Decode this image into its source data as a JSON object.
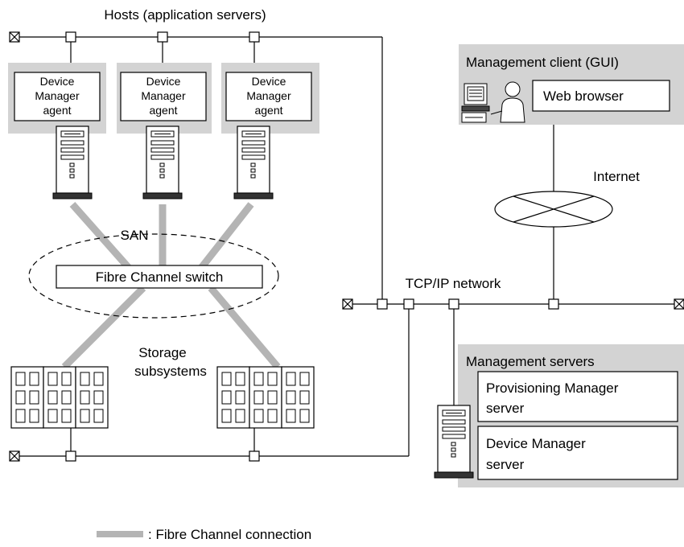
{
  "labels": {
    "hosts_title": "Hosts (application servers)",
    "agent_line1": "Device",
    "agent_line2": "Manager",
    "agent_line3": "agent",
    "san": "SAN",
    "fc_switch": "Fibre Channel switch",
    "storage_line1": "Storage",
    "storage_line2": "subsystems",
    "tcpip_network": "TCP/IP network",
    "internet": "Internet",
    "mgmt_client_title": "Management client (GUI)",
    "web_browser": "Web browser",
    "mgmt_servers_title": "Management servers",
    "prov_line1": "Provisioning Manager",
    "prov_line2": "server",
    "dm_line1": "Device Manager",
    "dm_line2": "server",
    "legend": ": Fibre Channel connection"
  },
  "colors": {
    "panel_gray": "#d3d3d3",
    "fc_connection": "#b4b4b4",
    "line": "#000000",
    "background": "#ffffff"
  },
  "icons": [
    "terminator-icon",
    "network-node-icon",
    "server-tower-icon",
    "storage-array-icon",
    "user-workstation-icon",
    "network-cloud-icon"
  ]
}
